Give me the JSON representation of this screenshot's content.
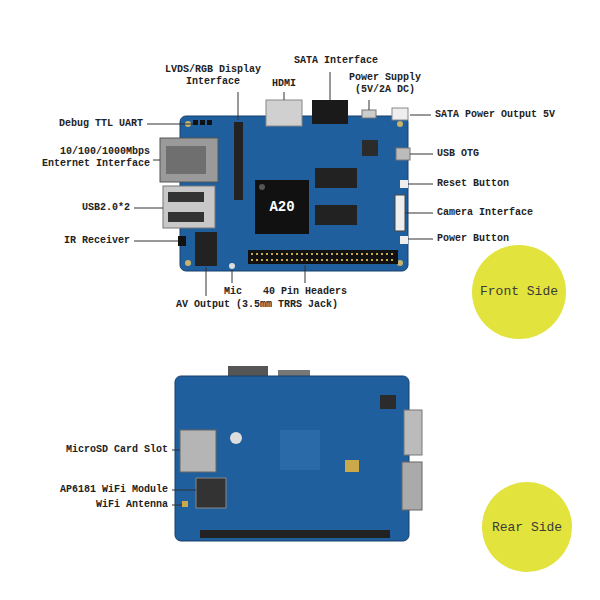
{
  "diagram": {
    "nodes": [
      {
        "text": [
          "Front Side"
        ]
      },
      {
        "text": [
          "Rear Side"
        ]
      }
    ],
    "labels": [
      "LVDS/RGB Display Interface",
      "SATA Interface",
      "HDMI",
      "Power Supply (5V/2A DC)",
      "Debug TTL UART",
      "SATA Power Output 5V",
      "10/100/1000Mbps Enternet Interface",
      "USB OTG",
      "Reset Button",
      "USB2.0*2",
      "Camera Interface",
      "IR Receiver",
      "Power Button",
      "Mic",
      "40 Pin Headers",
      "AV Output (3.5mm TRRS Jack)",
      "A20",
      "MicroSD Card Slot",
      "AP6181 WiFi Module",
      "WiFi Antenna"
    ]
  }
}
